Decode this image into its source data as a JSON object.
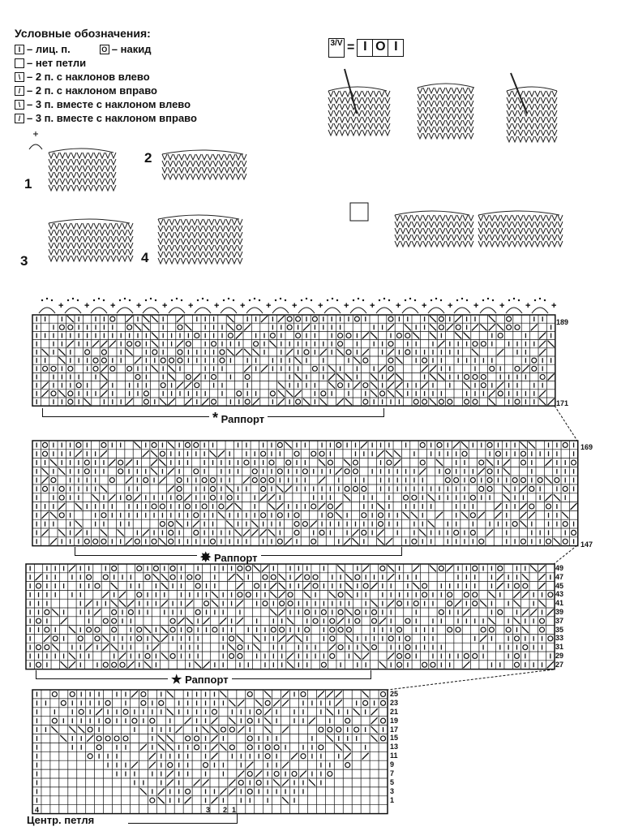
{
  "legend": {
    "title": "Условные обозначения:",
    "items": [
      {
        "symbol": "I",
        "label": "– лиц. п."
      },
      {
        "symbol": "O",
        "label": "– накид"
      },
      {
        "symbol": "",
        "label": "– нет петли"
      },
      {
        "symbol": "\\",
        "label": "–  2 п. с наклонов влево"
      },
      {
        "symbol": "/",
        "label": "– 2 п. с наклоном вправо"
      },
      {
        "symbol": "\\",
        "label": "– 3 п. вместе с наклоном влево"
      },
      {
        "symbol": "/",
        "label": "– 3 п. вместе с наклоном вправо"
      }
    ]
  },
  "equation": {
    "left": "3/V",
    "eq": "=",
    "right": [
      "I",
      "O",
      "I"
    ]
  },
  "figures": [
    "1",
    "2",
    "3",
    "4"
  ],
  "charts": [
    {
      "rows_top": "189",
      "rows_bottom": "171",
      "repeat": "Раппорт",
      "repeat_mark": "*"
    },
    {
      "rows_top": "169",
      "rows_bottom": "147",
      "repeat": "Раппорт",
      "repeat_mark": "✸"
    },
    {
      "row_labels": [
        "49",
        "47",
        "45",
        "43",
        "41",
        "39",
        "37",
        "35",
        "33",
        "31",
        "29",
        "27"
      ],
      "repeat": "Раппорт",
      "repeat_mark": "★"
    },
    {
      "row_labels": [
        "25",
        "23",
        "21",
        "19",
        "17",
        "15",
        "13",
        "11",
        "9",
        "7",
        "5",
        "3",
        "1"
      ],
      "bottom_numbers": [
        "4",
        "3",
        "2",
        "1"
      ],
      "center_label": "Центр. петля"
    }
  ]
}
